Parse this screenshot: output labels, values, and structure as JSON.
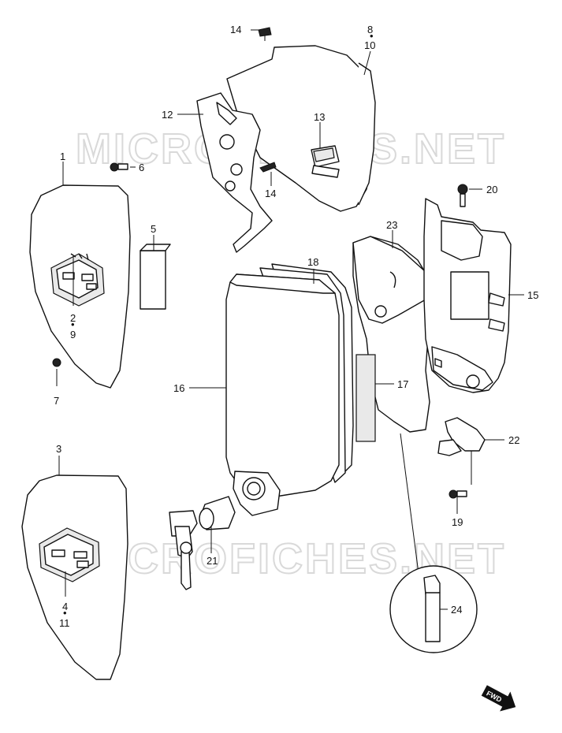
{
  "watermark": "MICROFICHES.NET",
  "labels": {
    "p1": "1",
    "p2": "2",
    "p9": "9",
    "p3": "3",
    "p4": "4",
    "p11": "11",
    "p5": "5",
    "p6": "6",
    "p7": "7",
    "p8": "8",
    "p10": "10",
    "p12": "12",
    "p13": "13",
    "p14a": "14",
    "p14b": "14",
    "p15": "15",
    "p16": "16",
    "p17": "17",
    "p18": "18",
    "p19": "19",
    "p20": "20",
    "p21": "21",
    "p22": "22",
    "p23": "23",
    "p24": "24"
  },
  "fwd": "FWD"
}
